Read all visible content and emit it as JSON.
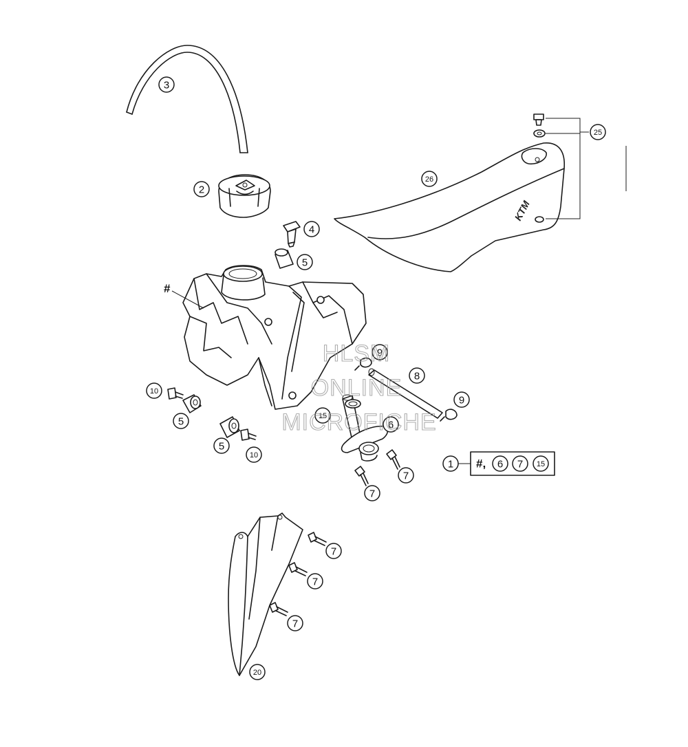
{
  "callouts": {
    "c2": "2",
    "c3": "3",
    "c4": "4",
    "c5a": "5",
    "c5b": "5",
    "c5c": "5",
    "c6": "6",
    "c7a": "7",
    "c7b": "7",
    "c7c": "7",
    "c7d": "7",
    "c7e": "7",
    "c8": "8",
    "c9a": "9",
    "c9b": "9",
    "c10a": "10",
    "c10b": "10",
    "c15": "15",
    "c20": "20",
    "c25": "25",
    "c26": "26",
    "c1": "1"
  },
  "tank_marker": "#",
  "kit": {
    "prefix": "#,",
    "items": [
      "6",
      "7",
      "15"
    ]
  },
  "seat_brand": "KTM",
  "watermark": {
    "line1": "HLSM",
    "line2": "ONLINE",
    "line3": "MICROFICHE"
  }
}
